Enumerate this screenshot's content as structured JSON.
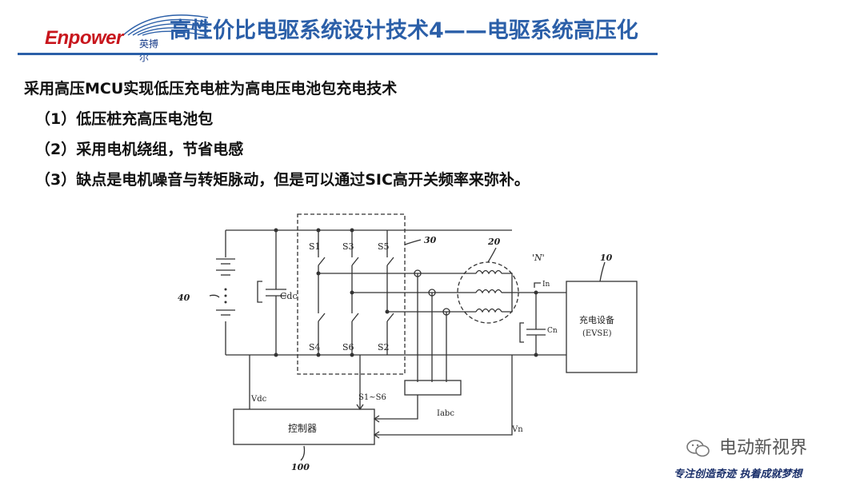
{
  "brand": {
    "name_en": "Enpower",
    "name_cn": "英搏尔"
  },
  "title": "高性价比电驱系统设计技术4——电驱系统高压化",
  "bullets": {
    "main": "采用高压MCU实现低压充电桩为高电压电池包充电技术",
    "items": [
      "（1）低压桩充高压电池包",
      "（2）采用电机绕组，节省电感",
      "（3）缺点是电机噪音与转矩脉动，但是可以通过SIC高开关频率来弥补。"
    ]
  },
  "diagram": {
    "ref_battery": "40",
    "ref_inverter": "30",
    "ref_motor": "20",
    "ref_evse": "10",
    "ref_controller": "100",
    "neutral": "'N'",
    "cdc": "Cdc",
    "cn": "Cn",
    "in": "In",
    "switches": [
      "S1",
      "S3",
      "S5",
      "S4",
      "S6",
      "S2"
    ],
    "evse_line1": "充电设备",
    "evse_line2": "(EVSE)",
    "controller": "控制器",
    "vdc": "Vdc",
    "s1s6": "S1~S6",
    "iabc": "Iabc",
    "vn": "Vn"
  },
  "watermark": "电动新视界",
  "slogan": "专注创造奇迹  执着成就梦想",
  "colors": {
    "title": "#2b5fa8",
    "brand_red": "#c8161d",
    "line": "#333333"
  }
}
